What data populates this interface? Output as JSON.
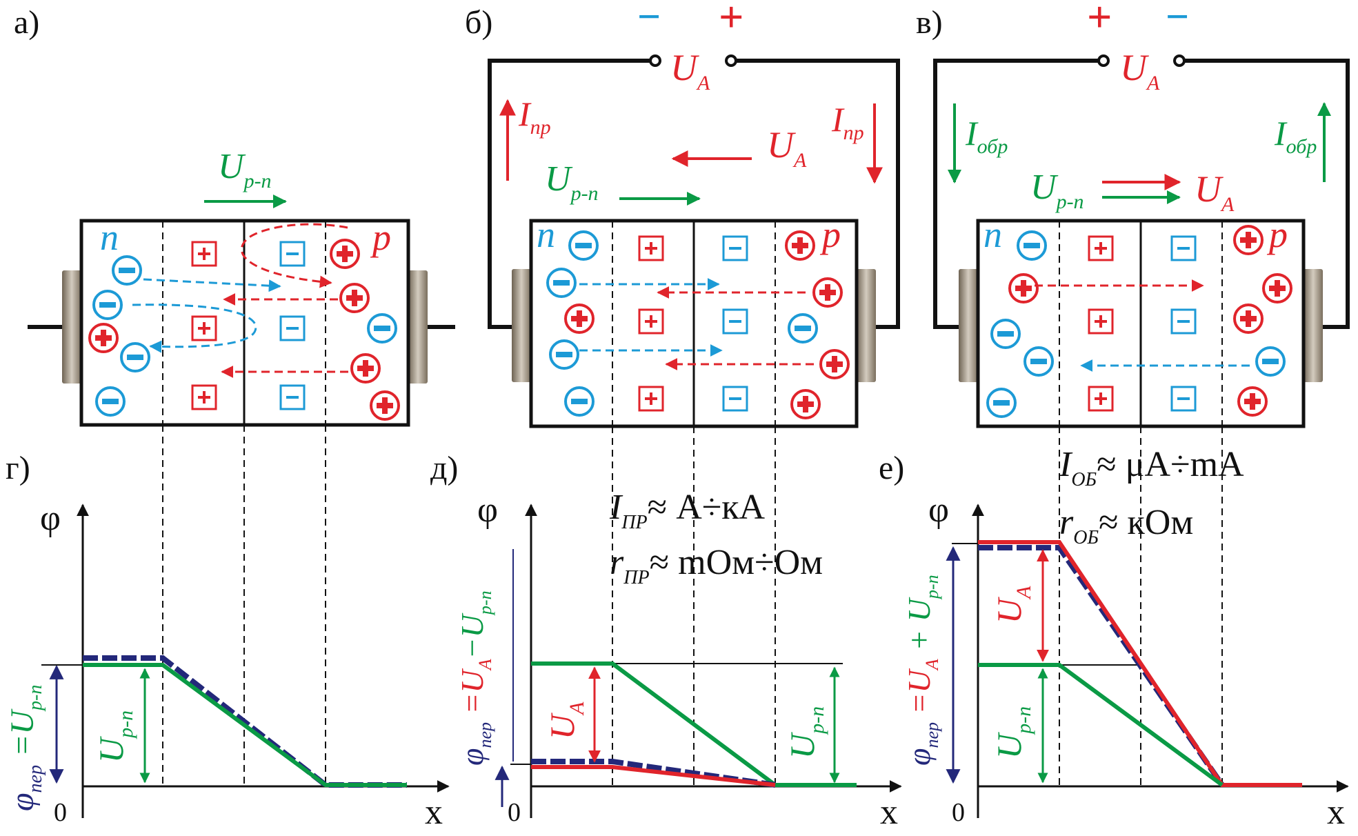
{
  "colors": {
    "red": "#e0242b",
    "blue": "#1c9ad6",
    "green": "#0a9a45",
    "navy": "#23287a",
    "black": "#111111",
    "terminal": "#9c8f7c"
  },
  "panels": {
    "a": {
      "label": "а)",
      "bias_label": "U",
      "bias_sub": "p-n",
      "n": "n",
      "p": "p"
    },
    "b": {
      "label": "б)",
      "minus": "−",
      "plus": "+",
      "ua_main": "U",
      "ua_sub": "A",
      "i_left_main": "I",
      "i_left_sub": "пр",
      "i_right_main": "I",
      "i_right_sub": "пр",
      "ua2_main": "U",
      "ua2_sub": "A",
      "upn_main": "U",
      "upn_sub": "p-n",
      "n": "n",
      "p": "p"
    },
    "c": {
      "label": "в)",
      "plus": "+",
      "minus": "−",
      "ua_main": "U",
      "ua_sub": "A",
      "i_left_main": "I",
      "i_left_sub": "обр",
      "i_right_main": "I",
      "i_right_sub": "обр",
      "upn_main": "U",
      "upn_sub": "p-n",
      "ua2_main": "U",
      "ua2_sub": "A",
      "n": "n",
      "p": "p"
    },
    "g": {
      "label": "г)",
      "phi": "φ",
      "x": "x",
      "zero": "0",
      "ylabel_phi": "φ",
      "ylabel_sub": "пер",
      "ylabel_eq": " =U",
      "ylabel_eq_sub": "p-n",
      "upn_main": "U",
      "upn_sub": "p-n"
    },
    "d": {
      "label": "д)",
      "phi": "φ",
      "x": "x",
      "zero": "0",
      "ylabel_phi": "φ",
      "ylabel_sub": "пер",
      "ylabel_eq": " =U",
      "ylabel_a": "A",
      "ylabel_minus": "−U",
      "ylabel_pn": "p-n",
      "ua_main": "U",
      "ua_sub": "A",
      "upn_main": "U",
      "upn_sub": "p-n",
      "current_main": "I",
      "current_sub": "ПР",
      "current_val": "≈  А÷кА",
      "res_main": "r",
      "res_sub": "ПР",
      "res_val": "≈  mОм÷Ом"
    },
    "e": {
      "label": "е)",
      "phi": "φ",
      "x": "x",
      "zero": "0",
      "ylabel_phi": "φ",
      "ylabel_sub": "пер",
      "ylabel_eq": " =U",
      "ylabel_a": "A",
      "ylabel_plus": " + U",
      "ylabel_pn": "p-n",
      "ua_main": "U",
      "ua_sub": "A",
      "upn_main": "U",
      "upn_sub": "p-n",
      "current_main": "I",
      "current_sub": "ОБ",
      "current_val": "≈ μA÷mA",
      "res_main": "r",
      "res_sub": "ОБ",
      "res_val": "≈  кОм"
    }
  }
}
